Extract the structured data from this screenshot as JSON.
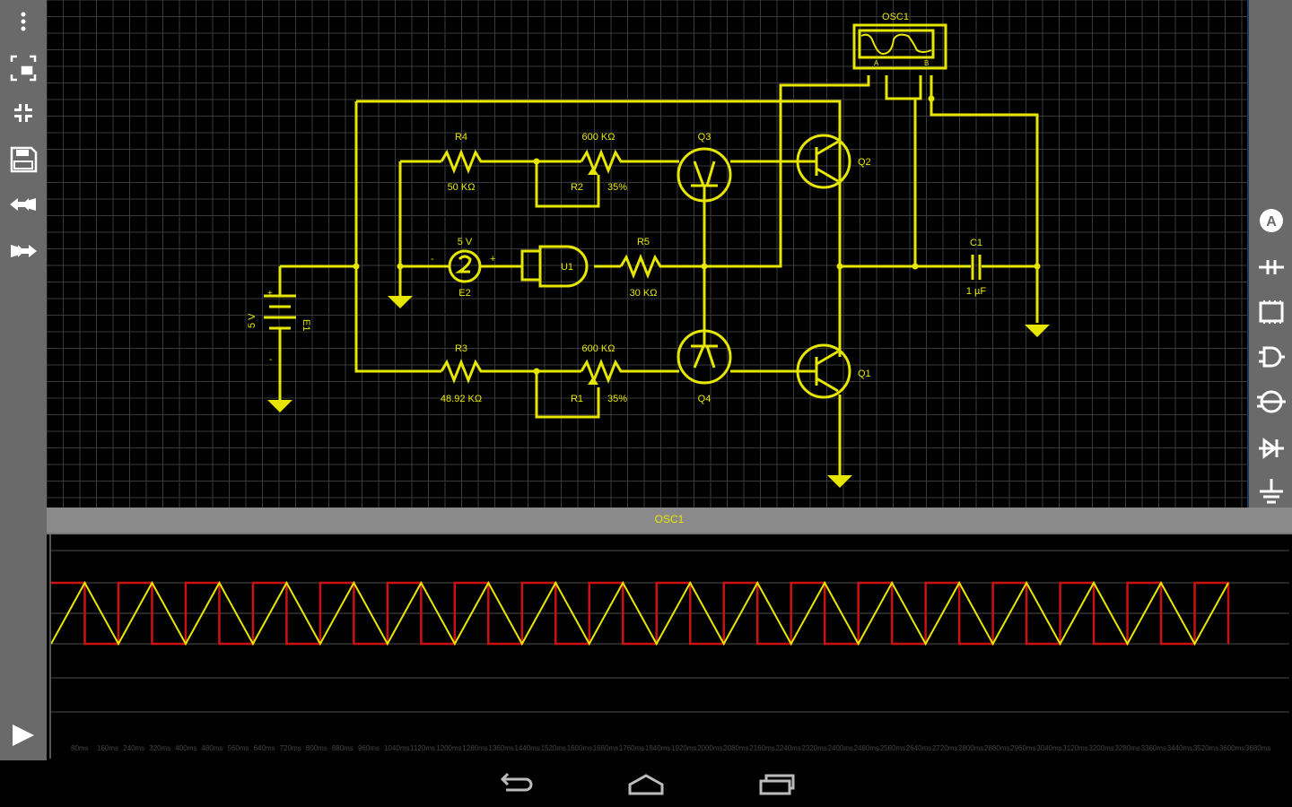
{
  "toolbar_left": {
    "items": [
      {
        "name": "overflow-menu",
        "icon": "more-vert-icon"
      },
      {
        "name": "fit-screen",
        "icon": "fit-screen-icon"
      },
      {
        "name": "collapse",
        "icon": "collapse-arrows-icon"
      },
      {
        "name": "save",
        "icon": "save-icon"
      },
      {
        "name": "undo",
        "icon": "undo-icon"
      },
      {
        "name": "redo",
        "icon": "redo-icon"
      }
    ],
    "run": {
      "name": "run-simulation",
      "icon": "play-icon"
    }
  },
  "toolbar_right": {
    "items": [
      {
        "name": "ammeter",
        "icon": "ammeter-icon",
        "glyph": "A"
      },
      {
        "name": "capacitor",
        "icon": "capacitor-icon"
      },
      {
        "name": "chip",
        "icon": "ic-chip-icon"
      },
      {
        "name": "logic-gate",
        "icon": "and-gate-icon"
      },
      {
        "name": "or-gate",
        "icon": "or-gate-icon"
      },
      {
        "name": "diode",
        "icon": "diode-icon"
      },
      {
        "name": "ground",
        "icon": "ground-icon"
      }
    ]
  },
  "circuit": {
    "wire_color": "#e6e600",
    "grid_color": "#3a3a3a",
    "components": {
      "R4": {
        "label": "R4",
        "value": "50 KΩ"
      },
      "R2": {
        "label": "R2",
        "value": "600 KΩ",
        "wiper": "35%"
      },
      "R5": {
        "label": "R5",
        "value": "30 KΩ"
      },
      "R3": {
        "label": "R3",
        "value": "48.92 KΩ"
      },
      "R1": {
        "label": "R1",
        "value": "600 KΩ",
        "wiper": "35%"
      },
      "Q1": {
        "label": "Q1"
      },
      "Q2": {
        "label": "Q2"
      },
      "Q3": {
        "label": "Q3"
      },
      "Q4": {
        "label": "Q4"
      },
      "E1": {
        "label": "E1",
        "value": "5 V",
        "plus": "+",
        "minus": "-"
      },
      "E2": {
        "label": "E2",
        "value": "5 V",
        "plus": "+",
        "minus": "-"
      },
      "U1": {
        "label": "U1"
      },
      "C1": {
        "label": "C1",
        "value": "1 µF"
      },
      "OSC1": {
        "label": "OSC1",
        "ch_a": "A",
        "ch_b": "B"
      }
    }
  },
  "oscilloscope": {
    "title": "OSC1",
    "colors": {
      "channel_a": "#e6e600",
      "channel_b": "#cc1111"
    },
    "chart_data": {
      "type": "line",
      "title": "OSC1",
      "series": [
        {
          "name": "Channel A (triangle)",
          "shape": "triangle",
          "cycles": 17.5,
          "min": 0,
          "max": 1
        },
        {
          "name": "Channel B (square)",
          "shape": "square",
          "cycles": 17.5,
          "min": 0,
          "max": 1
        }
      ],
      "x_tick_labels": [
        "80ms",
        "160ms",
        "240ms",
        "320ms",
        "400ms",
        "480ms",
        "560ms",
        "640ms",
        "720ms",
        "800ms",
        "880ms",
        "960ms",
        "1040ms",
        "1120ms",
        "1200ms",
        "1280ms",
        "1360ms",
        "1440ms",
        "1520ms",
        "1600ms",
        "1680ms",
        "1760ms",
        "1840ms",
        "1920ms",
        "2000ms",
        "2080ms",
        "2160ms",
        "2240ms",
        "2320ms",
        "2400ms",
        "2480ms",
        "2560ms",
        "2640ms",
        "2720ms",
        "2800ms",
        "2880ms",
        "2960ms",
        "3040ms",
        "3120ms",
        "3200ms",
        "3280ms",
        "3360ms",
        "3440ms",
        "3520ms",
        "3600ms",
        "3680ms"
      ],
      "grid": true
    }
  },
  "navbar": {
    "back": "back-icon",
    "home": "home-icon",
    "recents": "recents-icon"
  }
}
